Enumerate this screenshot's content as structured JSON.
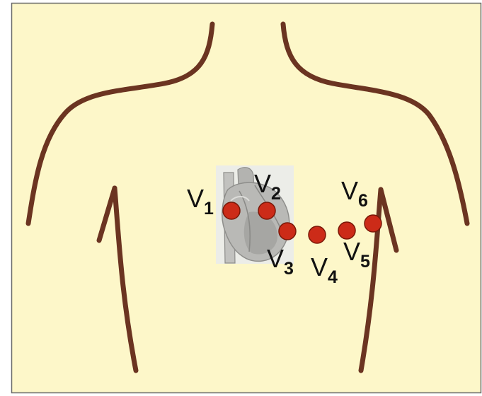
{
  "colors": {
    "background": "#fdf7c9",
    "frame": "#6a6a6a",
    "body_outline": "#6b3421",
    "electrode_fill": "#cc2b18",
    "electrode_stroke": "#7a1808",
    "heart_panel": "#ecede8",
    "heart_tissue": "#b9b9b6",
    "heart_shadow": "#8e8e8b"
  },
  "icons": {
    "heart": "heart-illustration-icon",
    "electrode": "electrode-dot-icon"
  },
  "leads": [
    {
      "id": "v1",
      "letter": "V",
      "sub": "1"
    },
    {
      "id": "v2",
      "letter": "V",
      "sub": "2"
    },
    {
      "id": "v3",
      "letter": "V",
      "sub": "3"
    },
    {
      "id": "v4",
      "letter": "V",
      "sub": "4"
    },
    {
      "id": "v5",
      "letter": "V",
      "sub": "5"
    },
    {
      "id": "v6",
      "letter": "V",
      "sub": "6"
    }
  ]
}
